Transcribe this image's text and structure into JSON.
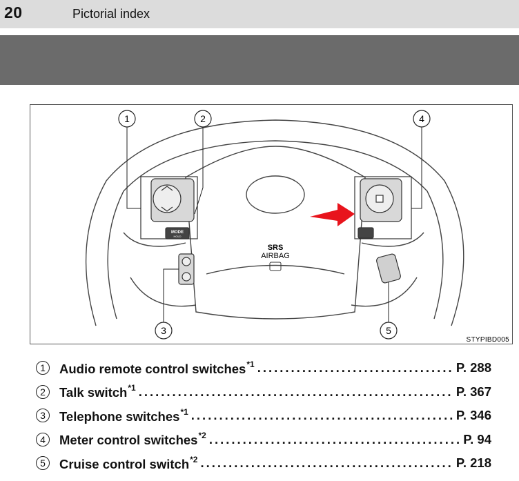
{
  "header": {
    "page_number": "20",
    "section_title": "Pictorial index"
  },
  "figure": {
    "code": "STYPIBD005",
    "callouts": [
      "1",
      "2",
      "3",
      "4",
      "5"
    ],
    "airbag_srs": "SRS",
    "airbag_text": "AIRBAG",
    "mode_button": "MODE",
    "mode_button_sub": "HOLD",
    "arrow_color": "#e8141c"
  },
  "index": [
    {
      "num": "1",
      "label": "Audio remote control switches",
      "note": "*1",
      "page": "P. 288"
    },
    {
      "num": "2",
      "label": "Talk switch",
      "note": "*1",
      "page": "P. 367"
    },
    {
      "num": "3",
      "label": "Telephone switches",
      "note": "*1",
      "page": "P. 346"
    },
    {
      "num": "4",
      "label": "Meter control switches",
      "note": "*2",
      "page": "P. 94"
    },
    {
      "num": "5",
      "label": "Cruise control switch",
      "note": "*2",
      "page": "P. 218"
    }
  ]
}
